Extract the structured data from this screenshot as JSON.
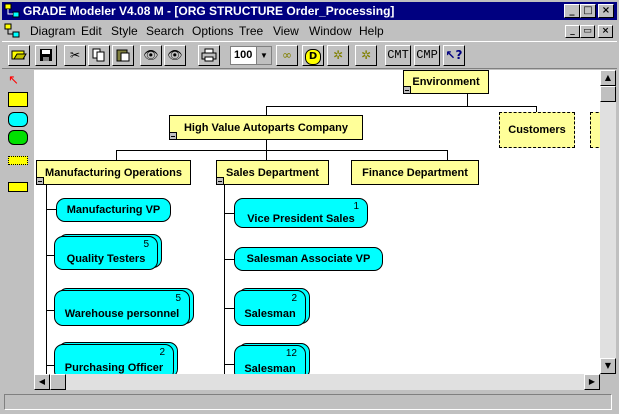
{
  "window": {
    "title": "GRADE Modeler V4.08 M - [ORG STRUCTURE Order_Processing]",
    "controls": [
      "_",
      "□",
      "×"
    ],
    "mdi_controls": [
      "_",
      "▭",
      "×"
    ]
  },
  "menu": {
    "items": [
      {
        "label": "Diagram"
      },
      {
        "label": "Edit"
      },
      {
        "label": "Style"
      },
      {
        "label": "Search"
      },
      {
        "label": "Options"
      },
      {
        "label": "Tree"
      },
      {
        "label": "View"
      },
      {
        "label": "Window"
      },
      {
        "label": "Help"
      }
    ]
  },
  "toolbar": {
    "zoom": "100",
    "cmt_label": "CMT",
    "cmp_label": "CMP",
    "d_label": "D",
    "help_label": "?"
  },
  "diagram": {
    "root": "Environment",
    "company": "High Value Autoparts Company",
    "customers": "Customers",
    "departments": {
      "manufacturing": "Manufacturing Operations",
      "sales": "Sales Department",
      "finance": "Finance Department"
    },
    "manufacturing_positions": [
      {
        "label": "Manufacturing VP",
        "count": ""
      },
      {
        "label": "Quality Testers",
        "count": "5"
      },
      {
        "label": "Warehouse personnel",
        "count": "5"
      },
      {
        "label": "Purchasing Officer",
        "count": "2"
      }
    ],
    "sales_positions": [
      {
        "label": "Vice President Sales",
        "count": "1"
      },
      {
        "label": "Salesman Associate VP",
        "count": ""
      },
      {
        "label": "Salesman",
        "count": "2"
      },
      {
        "label": "Salesman",
        "count": "12"
      }
    ]
  },
  "colors": {
    "titlebar": "#000080",
    "node_fill": "#ffff99",
    "position_fill": "#00ffff",
    "window_face": "#c0c0c0"
  }
}
